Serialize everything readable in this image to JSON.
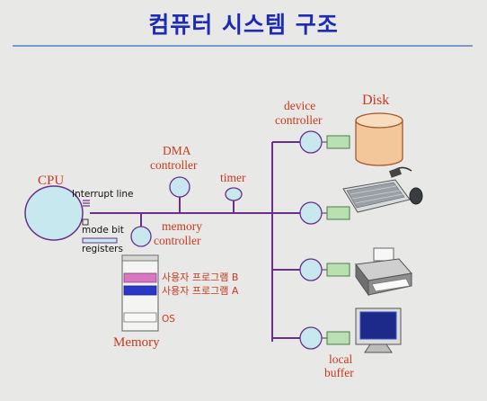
{
  "title": "컴퓨터 시스템 구조",
  "labels": {
    "cpu": "CPU",
    "interrupt_line": "Interrupt line",
    "mode_bit": "mode bit",
    "registers": "registers",
    "dma_line1": "DMA",
    "dma_line2": "controller",
    "timer": "timer",
    "memory_controller_line1": "memory",
    "memory_controller_line2": "controller",
    "device_controller_line1": "device",
    "device_controller_line2": "controller",
    "disk": "Disk",
    "program_b": "사용자 프로그램 B",
    "program_a": "사용자 프로그램 A",
    "os": "OS",
    "memory": "Memory",
    "local_buffer_line1": "local",
    "local_buffer_line2": "buffer"
  },
  "colors": {
    "title": "#1c2ab4",
    "label_red": "#c8391f",
    "bus": "#6a2f8a",
    "circle_fill": "#c8e8ef",
    "buffer_fill": "#b9e0b2",
    "disk_fill": "#f4c79a",
    "program_b_fill": "#d977c4",
    "program_a_fill": "#2a38c8"
  },
  "icons": [
    "disk-icon",
    "keyboard-mouse-icon",
    "printer-icon",
    "monitor-icon"
  ]
}
